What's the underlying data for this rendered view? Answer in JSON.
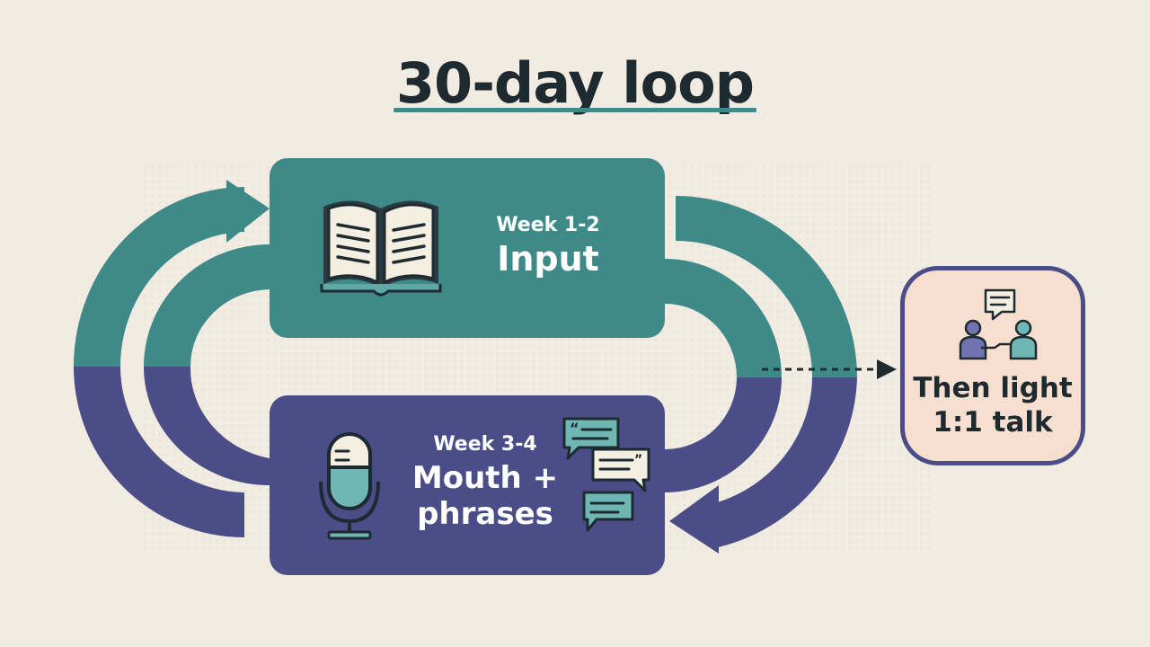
{
  "title": "30-day loop",
  "steps": [
    {
      "week": "Week 1-2",
      "label": "Input",
      "icon": "open-book-icon",
      "color": "#3d8a88"
    },
    {
      "week": "Week 3-4",
      "label_line1": "Mouth +",
      "label_line2": "phrases",
      "icon": "microphone-icon",
      "color": "#4a4d87"
    }
  ],
  "next": {
    "label_line1": "Then light",
    "label_line2": "1:1 talk",
    "icon": "conversation-icon"
  },
  "colors": {
    "teal": "#3d8a88",
    "indigo": "#4a4d87",
    "background": "#f2ebe1",
    "next_fill": "#f7dfcf"
  }
}
